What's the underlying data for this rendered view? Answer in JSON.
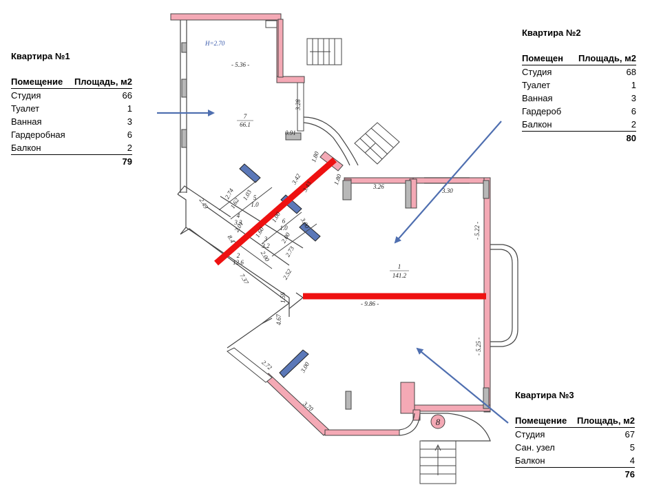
{
  "colors": {
    "wall_fill": "#f4a9b5",
    "wall_stroke": "#444444",
    "partition_fill": "#b8b8b8",
    "window_fill": "#5b78b8",
    "cut_line": "#ee1111",
    "arrow": "#4f6fb0"
  },
  "apartments": [
    {
      "title": "Квартира №1",
      "col_room": "Помещение",
      "col_area": "Площадь, м2",
      "rows": [
        {
          "room": "Студия",
          "area": "66"
        },
        {
          "room": "Туалет",
          "area": "1"
        },
        {
          "room": "Ванная",
          "area": "3"
        },
        {
          "room": "Гардеробная",
          "area": "6"
        },
        {
          "room": "Балкон",
          "area": "2"
        }
      ],
      "total": "79"
    },
    {
      "title": "Квартира №2",
      "col_room": "Помещен",
      "col_area": "Площадь, м2",
      "rows": [
        {
          "room": "Студия",
          "area": "68"
        },
        {
          "room": "Туалет",
          "area": "1"
        },
        {
          "room": "Ванная",
          "area": "3"
        },
        {
          "room": "Гардероб",
          "area": "6"
        },
        {
          "room": "Балкон",
          "area": "2"
        }
      ],
      "total": "80"
    },
    {
      "title": "Квартира №3",
      "col_room": "Помещение",
      "col_area": "Площадь, м2",
      "rows": [
        {
          "room": "Студия",
          "area": "67"
        },
        {
          "room": "Сан. узел",
          "area": "5"
        },
        {
          "room": "Балкон",
          "area": "4"
        }
      ],
      "total": "76"
    }
  ],
  "plan_labels": {
    "height": "H=2.70",
    "d_536": "- 5.36 -",
    "room7_num": "7",
    "room7_area": "66.1",
    "d_328": "3.28",
    "d_091": "0.91",
    "d_180a": "1.80",
    "d_180b": "1.80",
    "d_342": "3.42",
    "d_343": "3.43",
    "d_326": "3.26",
    "d_330": "3.30",
    "d_522": "- 5.22 -",
    "d_525": "- 5.25 -",
    "d_274": "2.74",
    "d_162": "1.62",
    "d_103": "1.03",
    "d_249": "2.49",
    "room4_num": "4",
    "room4_area": "3.3",
    "room5_num": "5",
    "room5_area": "1.0",
    "d_201": "2.01",
    "d_160": "1.60",
    "d_100": "1.00",
    "room6_num": "6",
    "room6_area": "1.0",
    "d_300a": "3.00",
    "d_200a": "2.00",
    "room3_num": "3",
    "room3_area": "3.2",
    "d_273": "2.73",
    "room2_num": "2",
    "room2_area": "12.6",
    "d_200b": "2.00",
    "d_84": "8.4",
    "d_737": "7.37",
    "d_252": "2.52",
    "d_159": "1.59",
    "d_467": "4.67",
    "room1_num": "1",
    "room1_area": "141.2",
    "d_986": "- 9.86 -",
    "d_272": "2.72",
    "d_300b": "3.00",
    "d_370": "3.70",
    "stair_no": "8"
  }
}
